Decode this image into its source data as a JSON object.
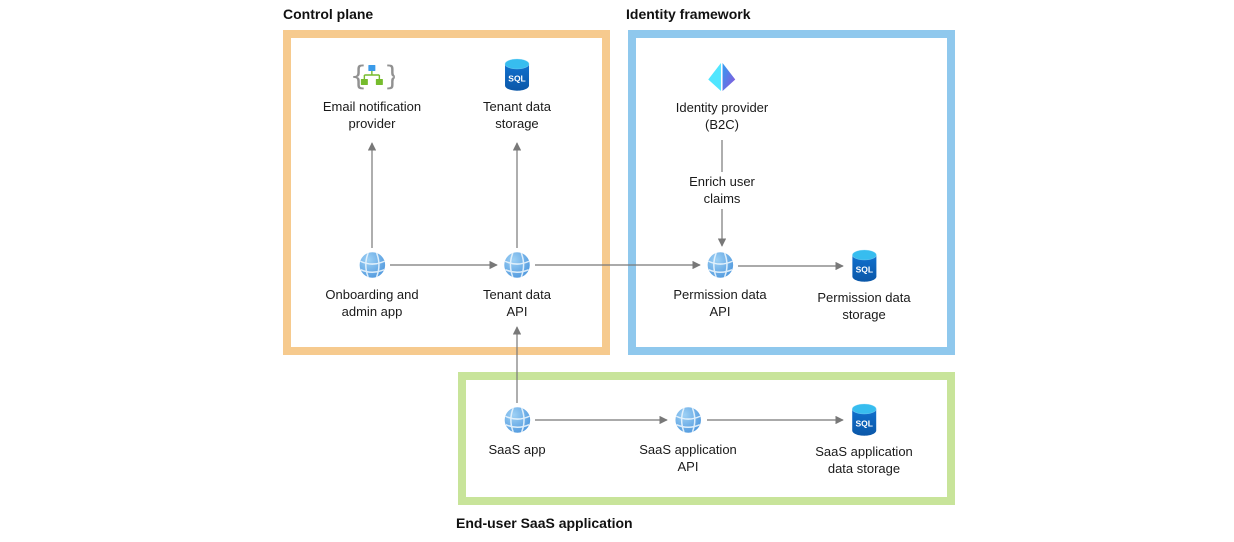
{
  "groups": {
    "control_plane": {
      "label": "Control plane"
    },
    "identity_framework": {
      "label": "Identity framework"
    },
    "end_user_saas": {
      "label": "End-user SaaS application"
    }
  },
  "nodes": {
    "email_notification_provider": {
      "label": "Email notification\nprovider",
      "icon": "custom-connector"
    },
    "tenant_data_storage": {
      "label": "Tenant data\nstorage",
      "icon": "sql-database"
    },
    "onboarding_admin_app": {
      "label": "Onboarding and\nadmin app",
      "icon": "app-service-globe"
    },
    "tenant_data_api": {
      "label": "Tenant data\nAPI",
      "icon": "app-service-globe"
    },
    "identity_provider": {
      "label": "Identity provider\n(B2C)",
      "icon": "azure-ad-b2c"
    },
    "permission_data_api": {
      "label": "Permission data\nAPI",
      "icon": "app-service-globe"
    },
    "permission_data_storage": {
      "label": "Permission data\nstorage",
      "icon": "sql-database"
    },
    "saas_app": {
      "label": "SaaS app",
      "icon": "app-service-globe"
    },
    "saas_application_api": {
      "label": "SaaS application\nAPI",
      "icon": "app-service-globe"
    },
    "saas_application_data_storage": {
      "label": "SaaS application\ndata storage",
      "icon": "sql-database"
    }
  },
  "annotations": {
    "enrich_user_claims": {
      "label": "Enrich user\nclaims"
    }
  },
  "icons": {
    "sql_label": "SQL",
    "brace_open": "{",
    "brace_close": "}"
  },
  "colors": {
    "control_plane_border": "#f6ca8e",
    "identity_framework_border": "#8fc8ed",
    "end_user_saas_border": "#c8e49a",
    "arrow": "#787878",
    "text": "#1a1a1a"
  }
}
